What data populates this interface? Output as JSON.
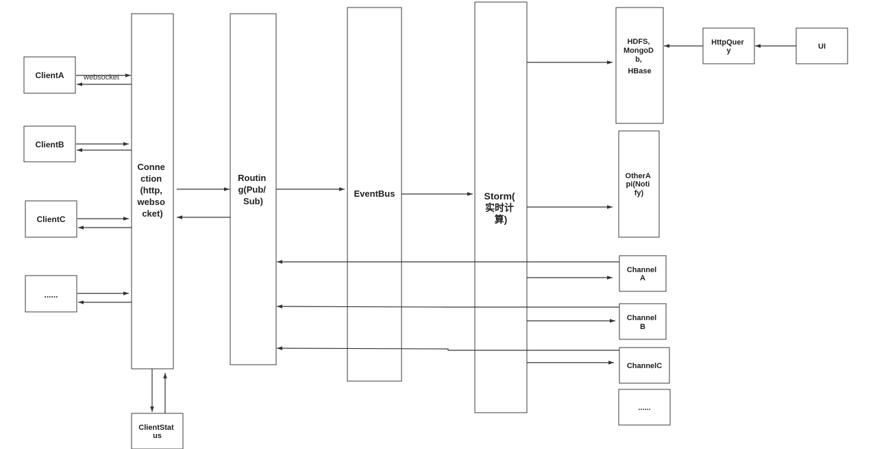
{
  "nodes": {
    "clientA": "ClientA",
    "clientB": "ClientB",
    "clientC": "ClientC",
    "clientMore": "......",
    "connection": [
      "Conne",
      "ction",
      "(http,",
      "webso",
      "cket)"
    ],
    "clientStatus": [
      "ClientStat",
      "us"
    ],
    "routing": [
      "Routin",
      "g(Pub/",
      "Sub)"
    ],
    "eventBus": "EventBus",
    "storm": [
      "Storm(",
      "实时计",
      "算)"
    ],
    "storage": [
      "HDFS,",
      "MongoD",
      "b,",
      "HBase"
    ],
    "httpQuery": [
      "HttpQuer",
      "y"
    ],
    "ui": "UI",
    "otherApi": [
      "OtherA",
      "pi(Noti",
      "fy)"
    ],
    "channelA": [
      "Channel",
      "A"
    ],
    "channelB": [
      "Channel",
      "B"
    ],
    "channelC": "ChannelC",
    "channelMore": "......"
  },
  "edge_labels": {
    "websocket": "websocket"
  }
}
